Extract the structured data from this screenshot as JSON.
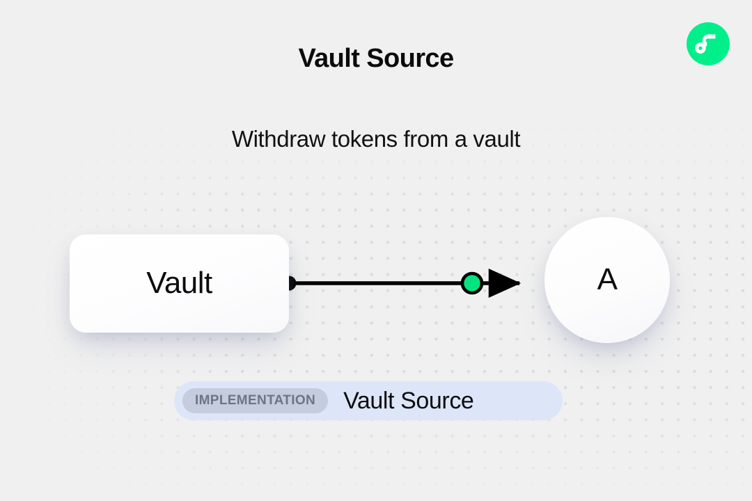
{
  "header": {
    "title": "Vault Source",
    "subtitle": "Withdraw tokens from a vault",
    "logo_icon": "flow-logo-icon",
    "logo_color": "#00ef8b",
    "logo_mark_color": "#ffffff"
  },
  "diagram": {
    "nodes": [
      {
        "id": "vault",
        "label": "Vault",
        "shape": "rounded-rect"
      },
      {
        "id": "a",
        "label": "A",
        "shape": "circle"
      }
    ],
    "edge": {
      "from": "vault",
      "to": "a",
      "source_handle_color": "#000000",
      "midpoint_marker_color": "#05e37f",
      "midpoint_marker_stroke": "#000000",
      "line_color": "#000000",
      "arrow_head": "triangle"
    }
  },
  "badge": {
    "tag_label": "IMPLEMENTATION",
    "text": "Vault Source",
    "tag_bg": "#c4ccde",
    "tag_fg": "#6d7585",
    "container_bg": "#dce6f8"
  },
  "theme": {
    "background": "#f0f0f0",
    "dot_color": "#dcdcdc",
    "node_surface": "#ffffff",
    "text_color": "#0d0d0d",
    "accent_green": "#05e37f"
  }
}
